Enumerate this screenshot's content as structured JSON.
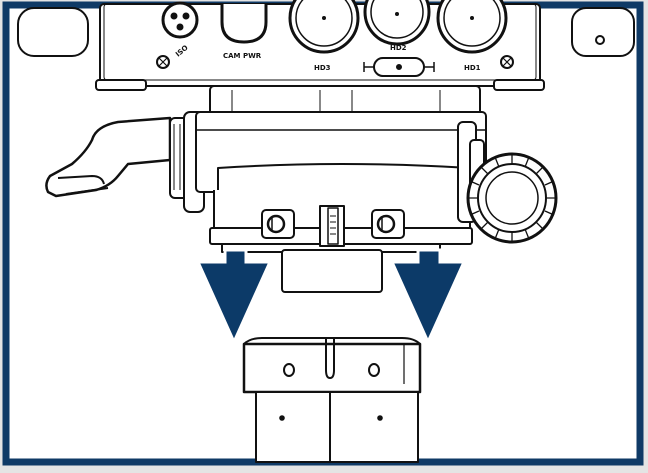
{
  "connector_labels": {
    "iso": "ISO",
    "cam_pwr": "CAM PWR",
    "hd3": "HD3",
    "hd2": "HD2",
    "hd1": "HD1"
  },
  "colors": {
    "frame_border": "#0f3a66",
    "arrow_fill": "#0c3a68",
    "outer_background": "#e4e4e4",
    "line_art": "#111111",
    "paper": "#ffffff"
  },
  "icons": {
    "down_arrow": "arrow-down-icon",
    "screw": "screw-icon"
  }
}
